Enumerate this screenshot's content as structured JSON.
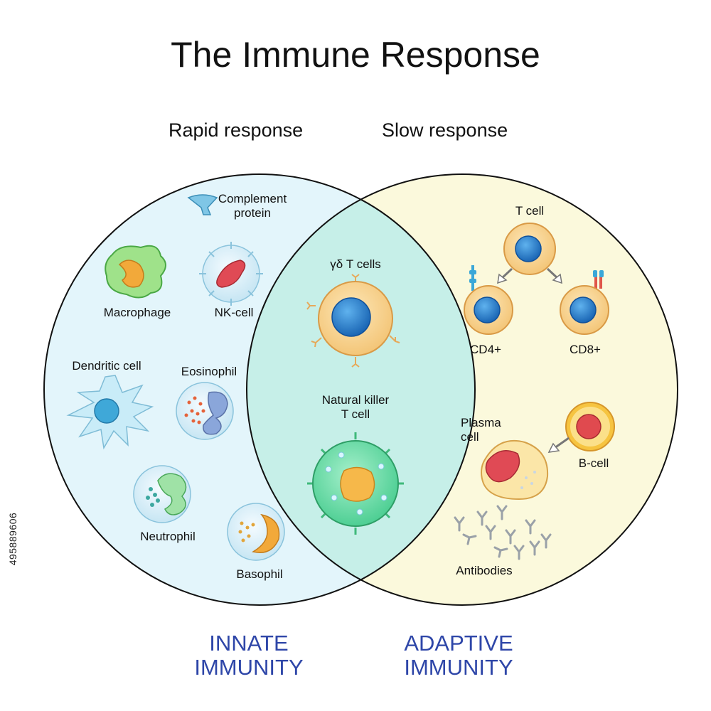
{
  "title": "The Immune Response",
  "headers": {
    "rapid": "Rapid response",
    "slow": "Slow response"
  },
  "innate": {
    "heading_line1": "INNATE",
    "heading_line2": "IMMUNITY",
    "complement_line1": "Complement",
    "complement_line2": "protein",
    "macrophage": "Macrophage",
    "nk_cell": "NK-cell",
    "dendritic": "Dendritic cell",
    "eosinophil": "Eosinophil",
    "neutrophil": "Neutrophil",
    "basophil": "Basophil"
  },
  "overlap": {
    "gd_t_cells": "γδ T cells",
    "nkt_line1": "Natural killer",
    "nkt_line2": "T cell"
  },
  "adaptive": {
    "heading_line1": "ADAPTIVE",
    "heading_line2": "IMMUNITY",
    "t_cell": "T cell",
    "cd4": "CD4+",
    "cd8": "CD8+",
    "plasma_line1": "Plasma",
    "plasma_line2": "cell",
    "b_cell": "B-cell",
    "antibodies": "Antibodies"
  },
  "stock_id": "495889606",
  "colors": {
    "innate_fill": "#e3f5fb",
    "adaptive_fill": "#fbf9dc",
    "overlap_fill": "#c6efe8",
    "heading_blue": "#2e46a8",
    "cell_body": "#f6cf86",
    "cell_nucleus": "#1f74c4",
    "nkt_body": "#58d69e"
  }
}
